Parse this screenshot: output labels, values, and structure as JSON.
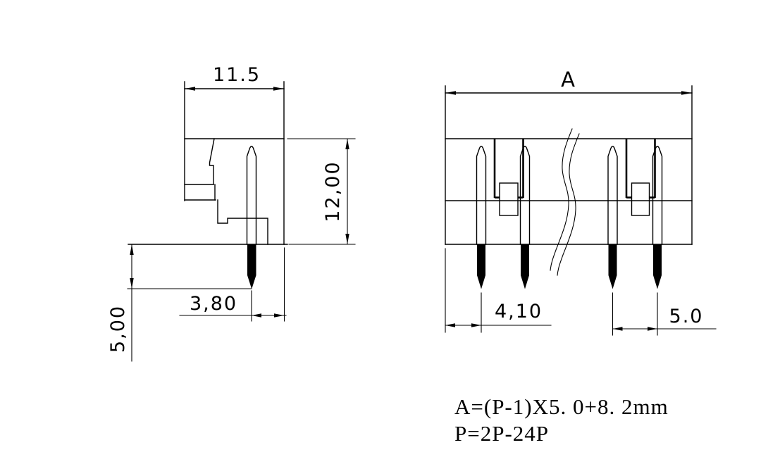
{
  "colors": {
    "ink": "#000000",
    "paper": "#ffffff"
  },
  "side_view": {
    "top_width": "11.5",
    "height": "12,00",
    "pin_tip_offset": "3,80",
    "pin_below_board": "5,00"
  },
  "front_view": {
    "overall_width": "A",
    "edge_to_first_pin": "4,10",
    "pin_pitch": "5.0"
  },
  "notes": {
    "formula_a": "A=(P-1)X5. 0+8. 2mm",
    "formula_p": "P=2P-24P"
  }
}
